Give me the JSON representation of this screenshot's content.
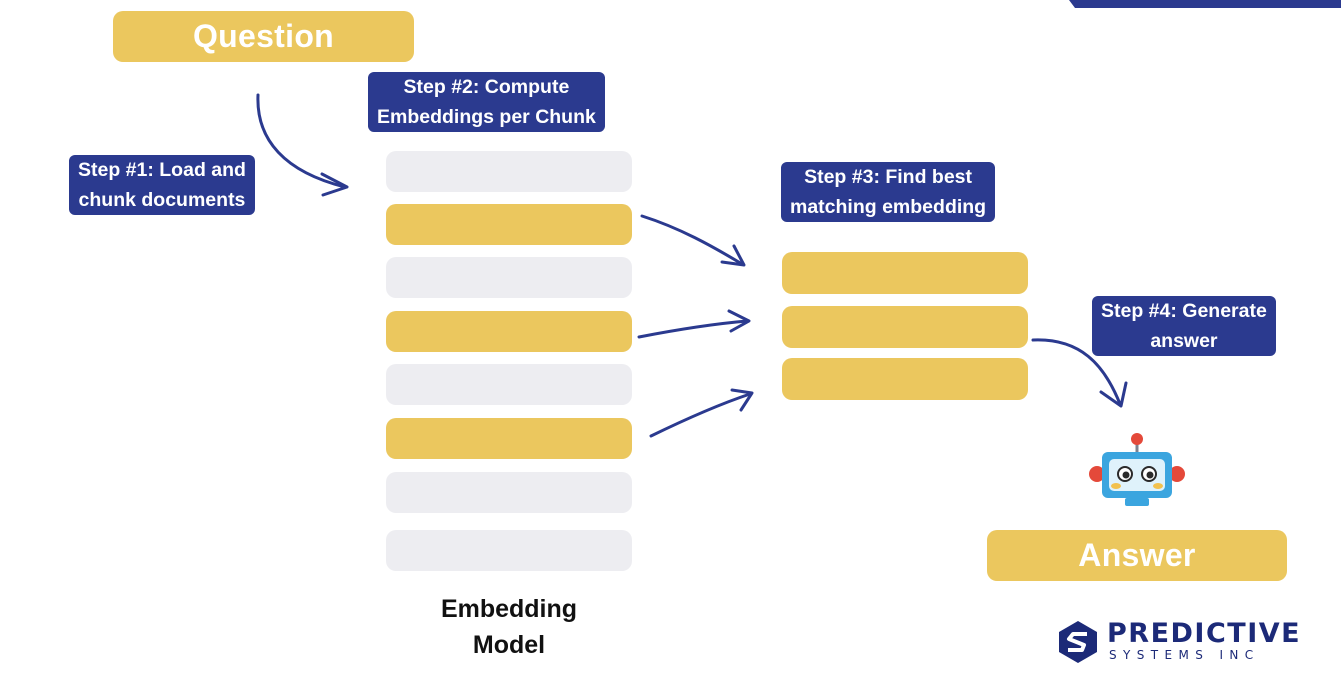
{
  "question": {
    "label": "Question"
  },
  "answer": {
    "label": "Answer"
  },
  "steps": [
    {
      "label": "Step #1: Load and\nchunk documents"
    },
    {
      "label": "Step #2: Compute\nEmbeddings per Chunk"
    },
    {
      "label": "Step #3: Find best\nmatching embedding"
    },
    {
      "label": "Step #4: Generate\nanswer"
    }
  ],
  "embedding_model": {
    "caption": "Embedding\nModel"
  },
  "chunks": [
    {
      "highlighted": false
    },
    {
      "highlighted": true
    },
    {
      "highlighted": false
    },
    {
      "highlighted": true
    },
    {
      "highlighted": false
    },
    {
      "highlighted": true
    },
    {
      "highlighted": false
    },
    {
      "highlighted": false
    }
  ],
  "matched_embeddings": 3,
  "logo": {
    "title": "PREDICTIVE",
    "subtitle": "SYSTEMS INC"
  },
  "colors": {
    "accent_yellow": "#ebc75e",
    "chunk_gray": "#ededf1",
    "brand_navy": "#2b3a8f",
    "arrow": "#2b3a8f"
  }
}
